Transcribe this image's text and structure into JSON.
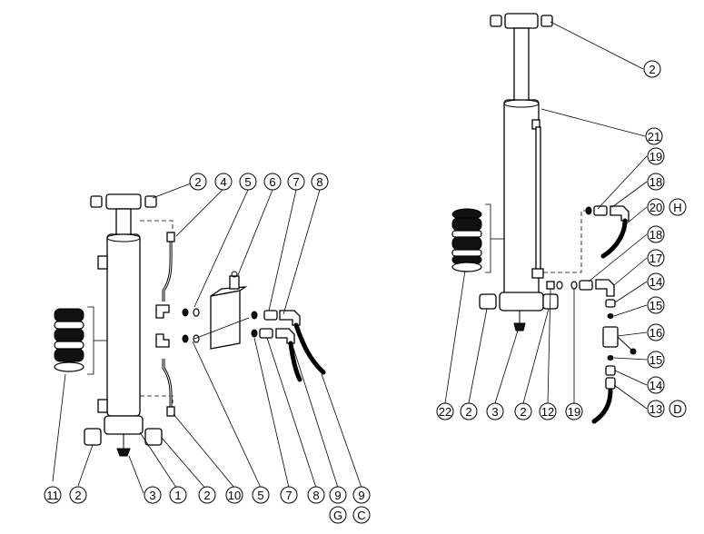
{
  "labels": [
    {
      "text": "2"
    },
    {
      "text": "4"
    },
    {
      "text": "5"
    },
    {
      "text": "6"
    },
    {
      "text": "7"
    },
    {
      "text": "8"
    },
    {
      "text": "11"
    },
    {
      "text": "2"
    },
    {
      "text": "3"
    },
    {
      "text": "1"
    },
    {
      "text": "2"
    },
    {
      "text": "10"
    },
    {
      "text": "5"
    },
    {
      "text": "7"
    },
    {
      "text": "8"
    },
    {
      "text": "9"
    },
    {
      "text": "9"
    },
    {
      "text": "G"
    },
    {
      "text": "C"
    },
    {
      "text": "2"
    },
    {
      "text": "21"
    },
    {
      "text": "19"
    },
    {
      "text": "18"
    },
    {
      "text": "20"
    },
    {
      "text": "H"
    },
    {
      "text": "18"
    },
    {
      "text": "17"
    },
    {
      "text": "14"
    },
    {
      "text": "15"
    },
    {
      "text": "16"
    },
    {
      "text": "15"
    },
    {
      "text": "14"
    },
    {
      "text": "13"
    },
    {
      "text": "D"
    },
    {
      "text": "22"
    },
    {
      "text": "2"
    },
    {
      "text": "3"
    },
    {
      "text": "2"
    },
    {
      "text": "12"
    },
    {
      "text": "19"
    }
  ]
}
